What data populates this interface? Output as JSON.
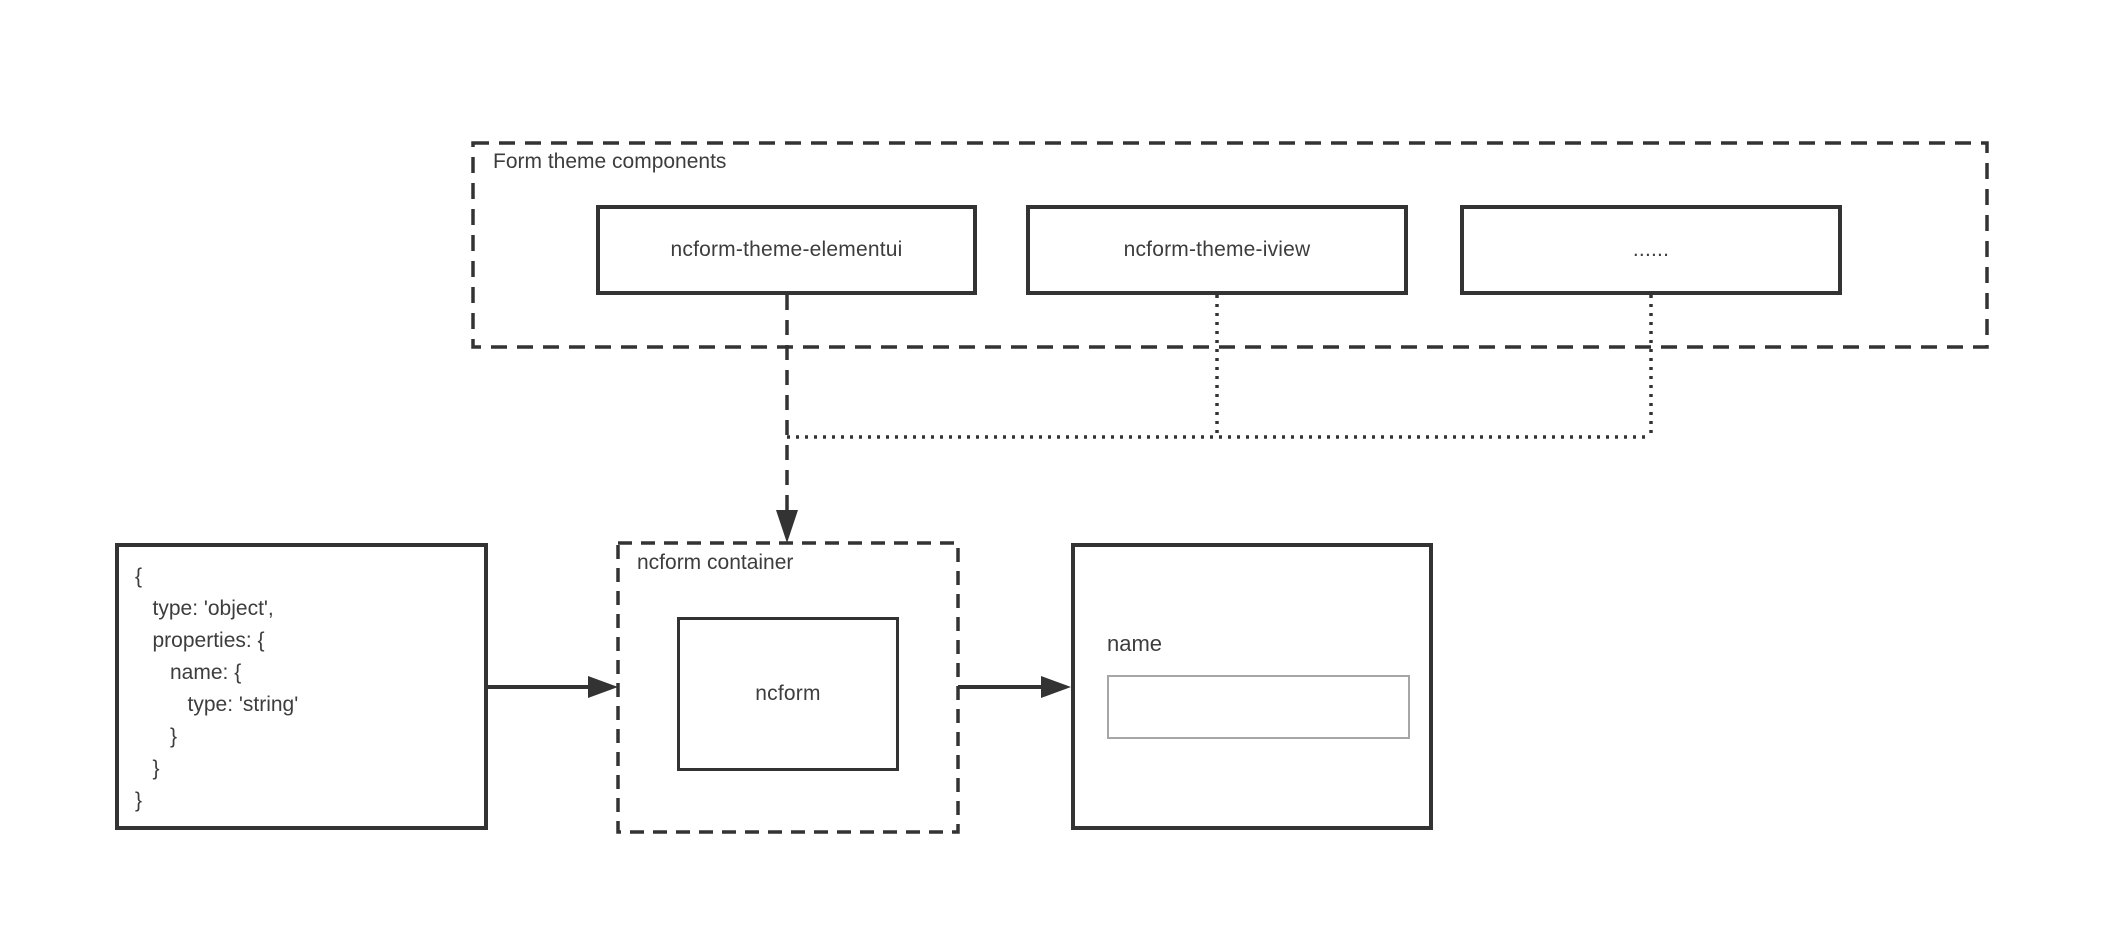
{
  "colors": {
    "line": "#333333",
    "text": "#3d3d3d",
    "input-border": "#a6a6a6",
    "bg": "#ffffff"
  },
  "theme_group": {
    "label": "Form theme components",
    "boxes": [
      {
        "label": "ncform-theme-elementui"
      },
      {
        "label": "ncform-theme-iview"
      },
      {
        "label": "......"
      }
    ]
  },
  "schema_box": {
    "code_lines": [
      "{",
      "   type: 'object',",
      "   properties: {",
      "      name: {",
      "         type: 'string'",
      "      }",
      "   }",
      "}"
    ]
  },
  "container_group": {
    "label": "ncform container",
    "box_label": "ncform"
  },
  "form_box": {
    "field_label": "name",
    "input_value": "",
    "input_placeholder": ""
  }
}
